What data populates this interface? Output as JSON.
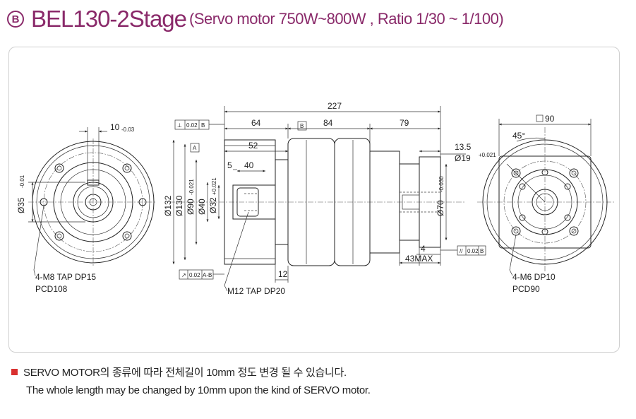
{
  "header": {
    "badge": "B",
    "model": "BEL130-2Stage",
    "subtitle": "(Servo motor 750W~800W , Ratio 1/30 ~ 1/100)"
  },
  "drawing": {
    "left_view": {
      "key_dim": "10",
      "key_tol": "-0.03",
      "shaft_dia": "Ø35",
      "shaft_tol": "-0.01",
      "tap_label": "4-M8 TAP DP15",
      "pcd_label": "PCD108"
    },
    "side_view": {
      "overall": "227",
      "seg1": "64",
      "seg2": "84",
      "seg3": "79",
      "shaft_len": "52",
      "key_offset": "5",
      "key_len": "40",
      "flange_thk": "12",
      "d132": "Ø132",
      "d130": "Ø130",
      "d90": "Ø90",
      "d90_tol": "-0.021",
      "d40": "Ø40",
      "d32": "Ø32",
      "d32_tol": "+0.021",
      "datum_a": "A",
      "datum_b": "B",
      "perp_tol": "0.02",
      "perp_ref": "B",
      "runout_tol": "0.02",
      "runout_ref": "A-B",
      "par_tol": "0.02",
      "par_ref": "B",
      "m12_label": "M12 TAP DP20",
      "in_depth": "13.5",
      "in_bore": "Ø19",
      "in_bore_tol": "+0.021",
      "in_pilot": "Ø70",
      "in_pilot_tol": "-0.030",
      "in_step": "4",
      "in_max": "43MAX"
    },
    "right_view": {
      "square": "90",
      "angle": "45°",
      "tap_label": "4-M6 DP10",
      "pcd_label": "PCD90"
    }
  },
  "notes": {
    "korean": "SERVO MOTOR의 종류에 따라 전체길이 10mm 정도 변경 될 수 있습니다.",
    "english": "The whole length may be changed by 10mm upon the kind of SERVO motor."
  },
  "colors": {
    "title": "#8a2a6a",
    "bullet": "#d9302f",
    "frame": "#cfcfcf"
  }
}
